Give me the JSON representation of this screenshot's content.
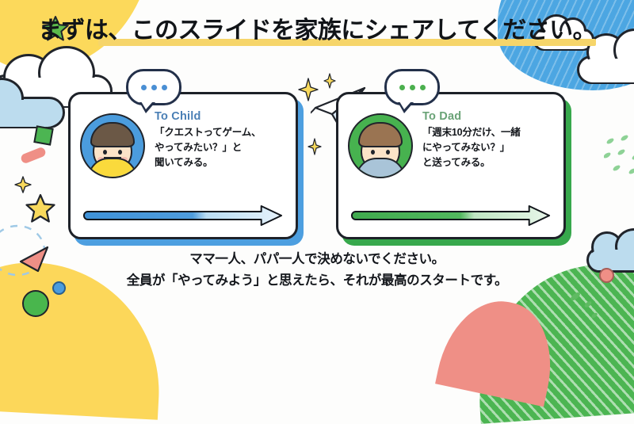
{
  "slide": {
    "title": "まずは、このスライドを家族にシェアしてください。",
    "title_highlight_color": "#f6d56a",
    "background_color": "#fdfdfc"
  },
  "cards": [
    {
      "id": "to-child",
      "label": "To Child",
      "label_color": "#4a7fb5",
      "accent_color": "#4d9fe0",
      "quote": "「クエストってゲーム、\nやってみたい？」と\n聞いてみる。",
      "avatar": {
        "name": "child-avatar",
        "ring_color": "#4b9cdd",
        "hair_color": "#6b5846",
        "shirt_color": "#fada3c"
      },
      "bubble": {
        "name": "speech-bubble",
        "dots": 3,
        "dot_color": "#4a8fd4"
      },
      "arrow": {
        "name": "progress-arrow",
        "fill_start": "#3f92d8",
        "fill_end": "#d8eaf8"
      }
    },
    {
      "id": "to-dad",
      "label": "To Dad",
      "label_color": "#6aa377",
      "accent_color": "#37a84c",
      "quote": "「週末10分だけ、一緒\nにやってみない？」\nと送ってみる。",
      "avatar": {
        "name": "dad-avatar",
        "ring_color": "#47b24f",
        "hair_color": "#9a7452",
        "shirt_color": "#a9c4d8"
      },
      "bubble": {
        "name": "speech-bubble",
        "dots": 3,
        "dot_color": "#4cb04f"
      },
      "arrow": {
        "name": "progress-arrow",
        "fill_start": "#3faa4e",
        "fill_end": "#daf0dc"
      }
    }
  ],
  "footer": {
    "line1": "ママ一人、パパ一人で決めないでください。",
    "line2": "全員が「やってみよう」と思えたら、それが最高のスタートです。"
  },
  "decorations": {
    "paper_plane": "paper-plane-icon",
    "sparkles": [
      "sparkle-large",
      "sparkle-small",
      "sparkle-tiny"
    ],
    "stars": [
      "green-star",
      "yellow-star"
    ],
    "clouds": [
      "cloud-white-left",
      "cloud-white-top-right",
      "cloud-white-right",
      "cloud-light-blue-bottom-right"
    ],
    "shapes": [
      "green-square",
      "salmon-pill",
      "salmon-triangle",
      "green-circle",
      "blue-dot",
      "pink-dot",
      "dashed-circle",
      "green-dashes"
    ],
    "colors": {
      "yellow": "#fcd95b",
      "blue": "#3d9fe0",
      "green": "#4cb552",
      "salmon": "#ef8f86",
      "light_blue": "#bcdcee"
    }
  }
}
